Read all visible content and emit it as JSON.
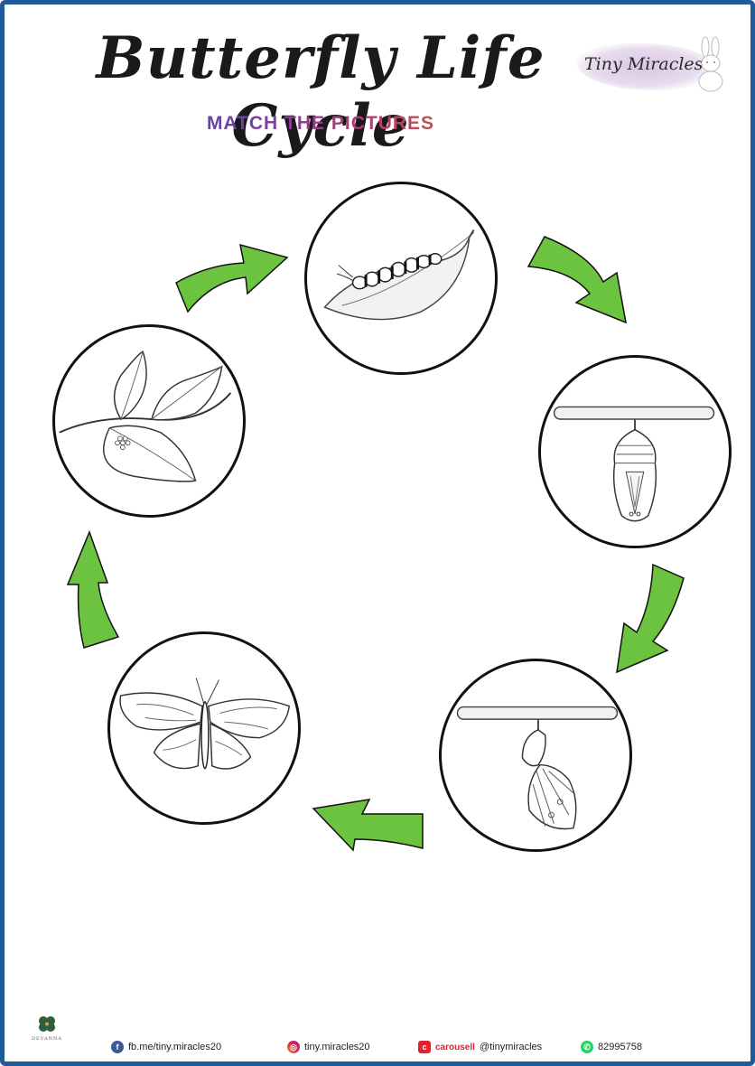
{
  "header": {
    "title": "Butterfly Life Cycle",
    "subtitle": "MATCH THE PICTURES",
    "brand": "Tiny Miracles"
  },
  "stages": [
    {
      "name": "caterpillar",
      "icon": "caterpillar-on-leaf-icon"
    },
    {
      "name": "chrysalis",
      "icon": "chrysalis-icon"
    },
    {
      "name": "emerging",
      "icon": "emerging-butterfly-icon"
    },
    {
      "name": "butterfly",
      "icon": "butterfly-icon"
    },
    {
      "name": "eggs",
      "icon": "eggs-on-leaf-icon"
    }
  ],
  "colors": {
    "arrow": "#6cc33f",
    "border": "#1f5a9a"
  },
  "footer": {
    "facebook": "fb.me/tiny.miracles20",
    "instagram": "tiny.miracles20",
    "carousell_brand": "carousell",
    "carousell": "@tinymiracles",
    "whatsapp": "82995758",
    "logo_text": "DEVANNA"
  }
}
